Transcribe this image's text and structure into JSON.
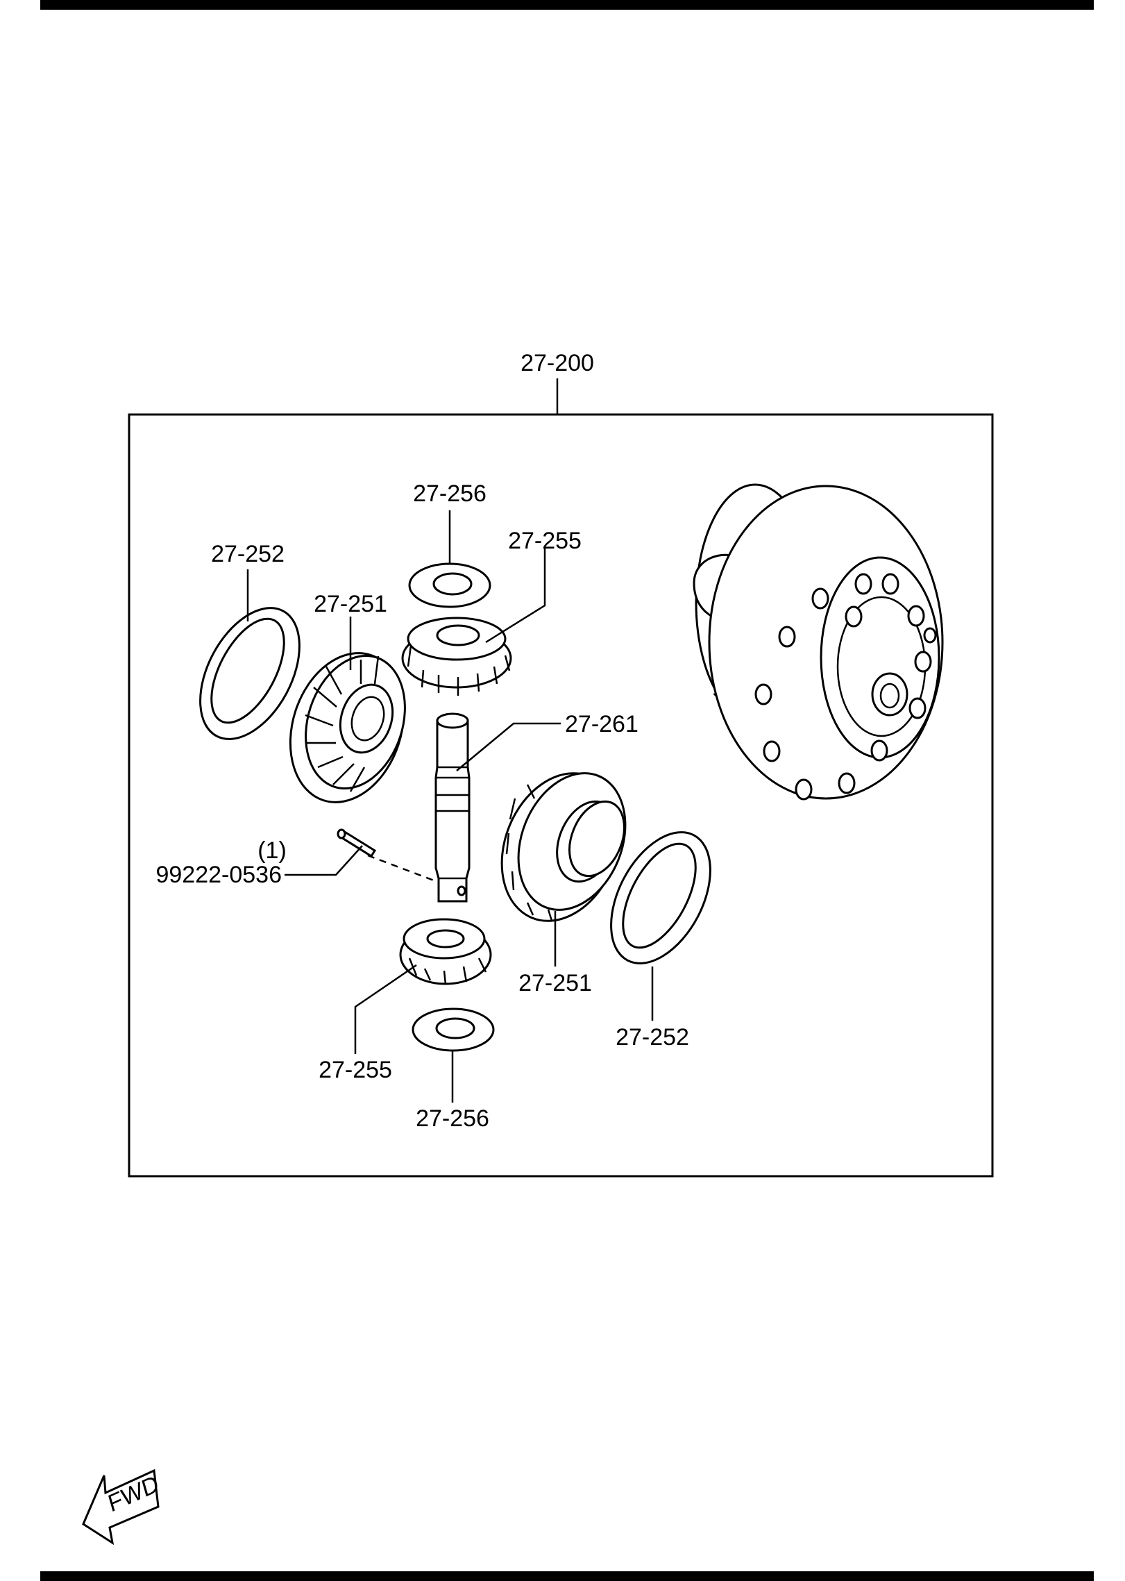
{
  "assembly": {
    "part_number": "27-200"
  },
  "callouts": {
    "washer_top": "27-256",
    "pinion_top": "27-255",
    "thrust_washer_left": "27-252",
    "side_gear_left": "27-251",
    "pinion_shaft": "27-261",
    "pin_qty": "(1)",
    "pin_number": "99222-0536",
    "side_gear_right": "27-251",
    "thrust_washer_right": "27-252",
    "pinion_bottom": "27-255",
    "washer_bottom": "27-256"
  },
  "fwd_indicator": {
    "label": "FWD"
  },
  "colors": {
    "ink": "#000000",
    "paper": "#ffffff"
  },
  "icons": {
    "fwd": "fwd-arrow-icon"
  }
}
